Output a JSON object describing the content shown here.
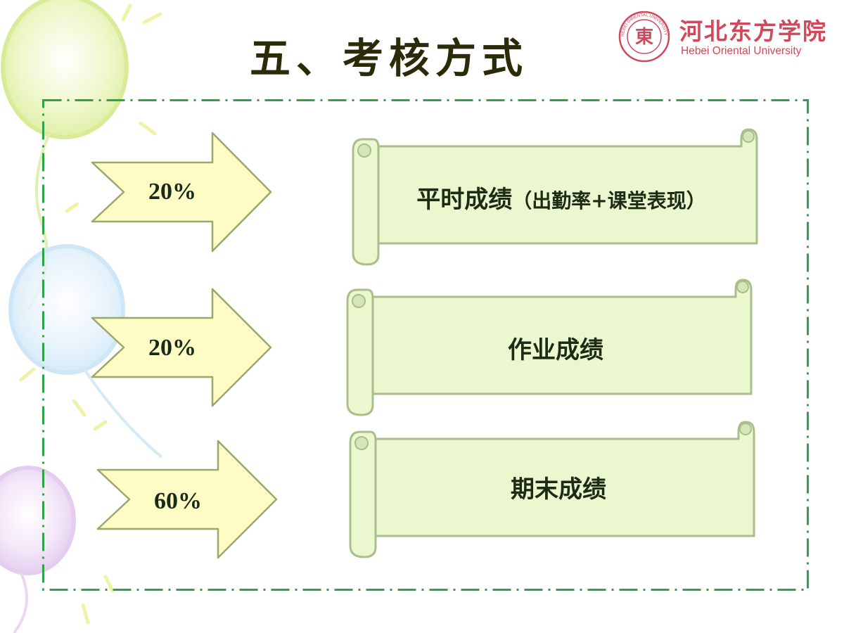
{
  "slide": {
    "title": "五、考核方式"
  },
  "logo": {
    "name_cn": "河北东方学院",
    "name_en": "Hebei Oriental University",
    "seal_ring_text": "HEBEI ORIENTAL UNIVERSITY",
    "seal_center_glyph": "東"
  },
  "assessment": {
    "items": [
      {
        "percent": "20%",
        "label": "平时成绩",
        "detail": "（出勤率+课堂表现）"
      },
      {
        "percent": "20%",
        "label": "作业成绩",
        "detail": ""
      },
      {
        "percent": "60%",
        "label": "期末成绩",
        "detail": ""
      }
    ]
  },
  "colors": {
    "arrow_fill": "#fcfcc4",
    "arrow_stroke": "#9aa868",
    "scroll_fill": "#ebf7cf",
    "scroll_stroke": "#a9bf8b",
    "frame_stroke": "#2fa34a",
    "logo_red": "#d0485a"
  }
}
